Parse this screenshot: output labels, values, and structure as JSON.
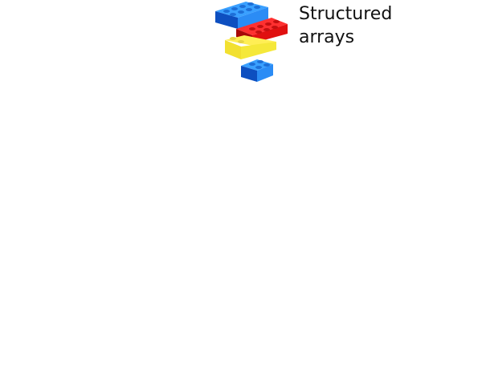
{
  "caption": {
    "line1": "Structured",
    "line2": "arrays"
  },
  "illustration": {
    "icon": "lego-bricks-icon",
    "bricks": [
      {
        "name": "blue-brick-top",
        "top": "#3aa0ff",
        "front": "#1f78e6",
        "side": "#0d4fc0",
        "stud": "#1d6fd8"
      },
      {
        "name": "red-brick",
        "top": "#ff3030",
        "front": "#e01010",
        "side": "#a80808",
        "stud": "#d81818"
      },
      {
        "name": "yellow-brick",
        "top": "#ffee55",
        "front": "#f5e83a",
        "side": "#d8c82a",
        "stud": "#e6d446"
      },
      {
        "name": "blue-brick-bottom",
        "top": "#3aa0ff",
        "front": "#1f78e6",
        "side": "#0d4fc0",
        "stud": "#1d6fd8"
      }
    ]
  }
}
